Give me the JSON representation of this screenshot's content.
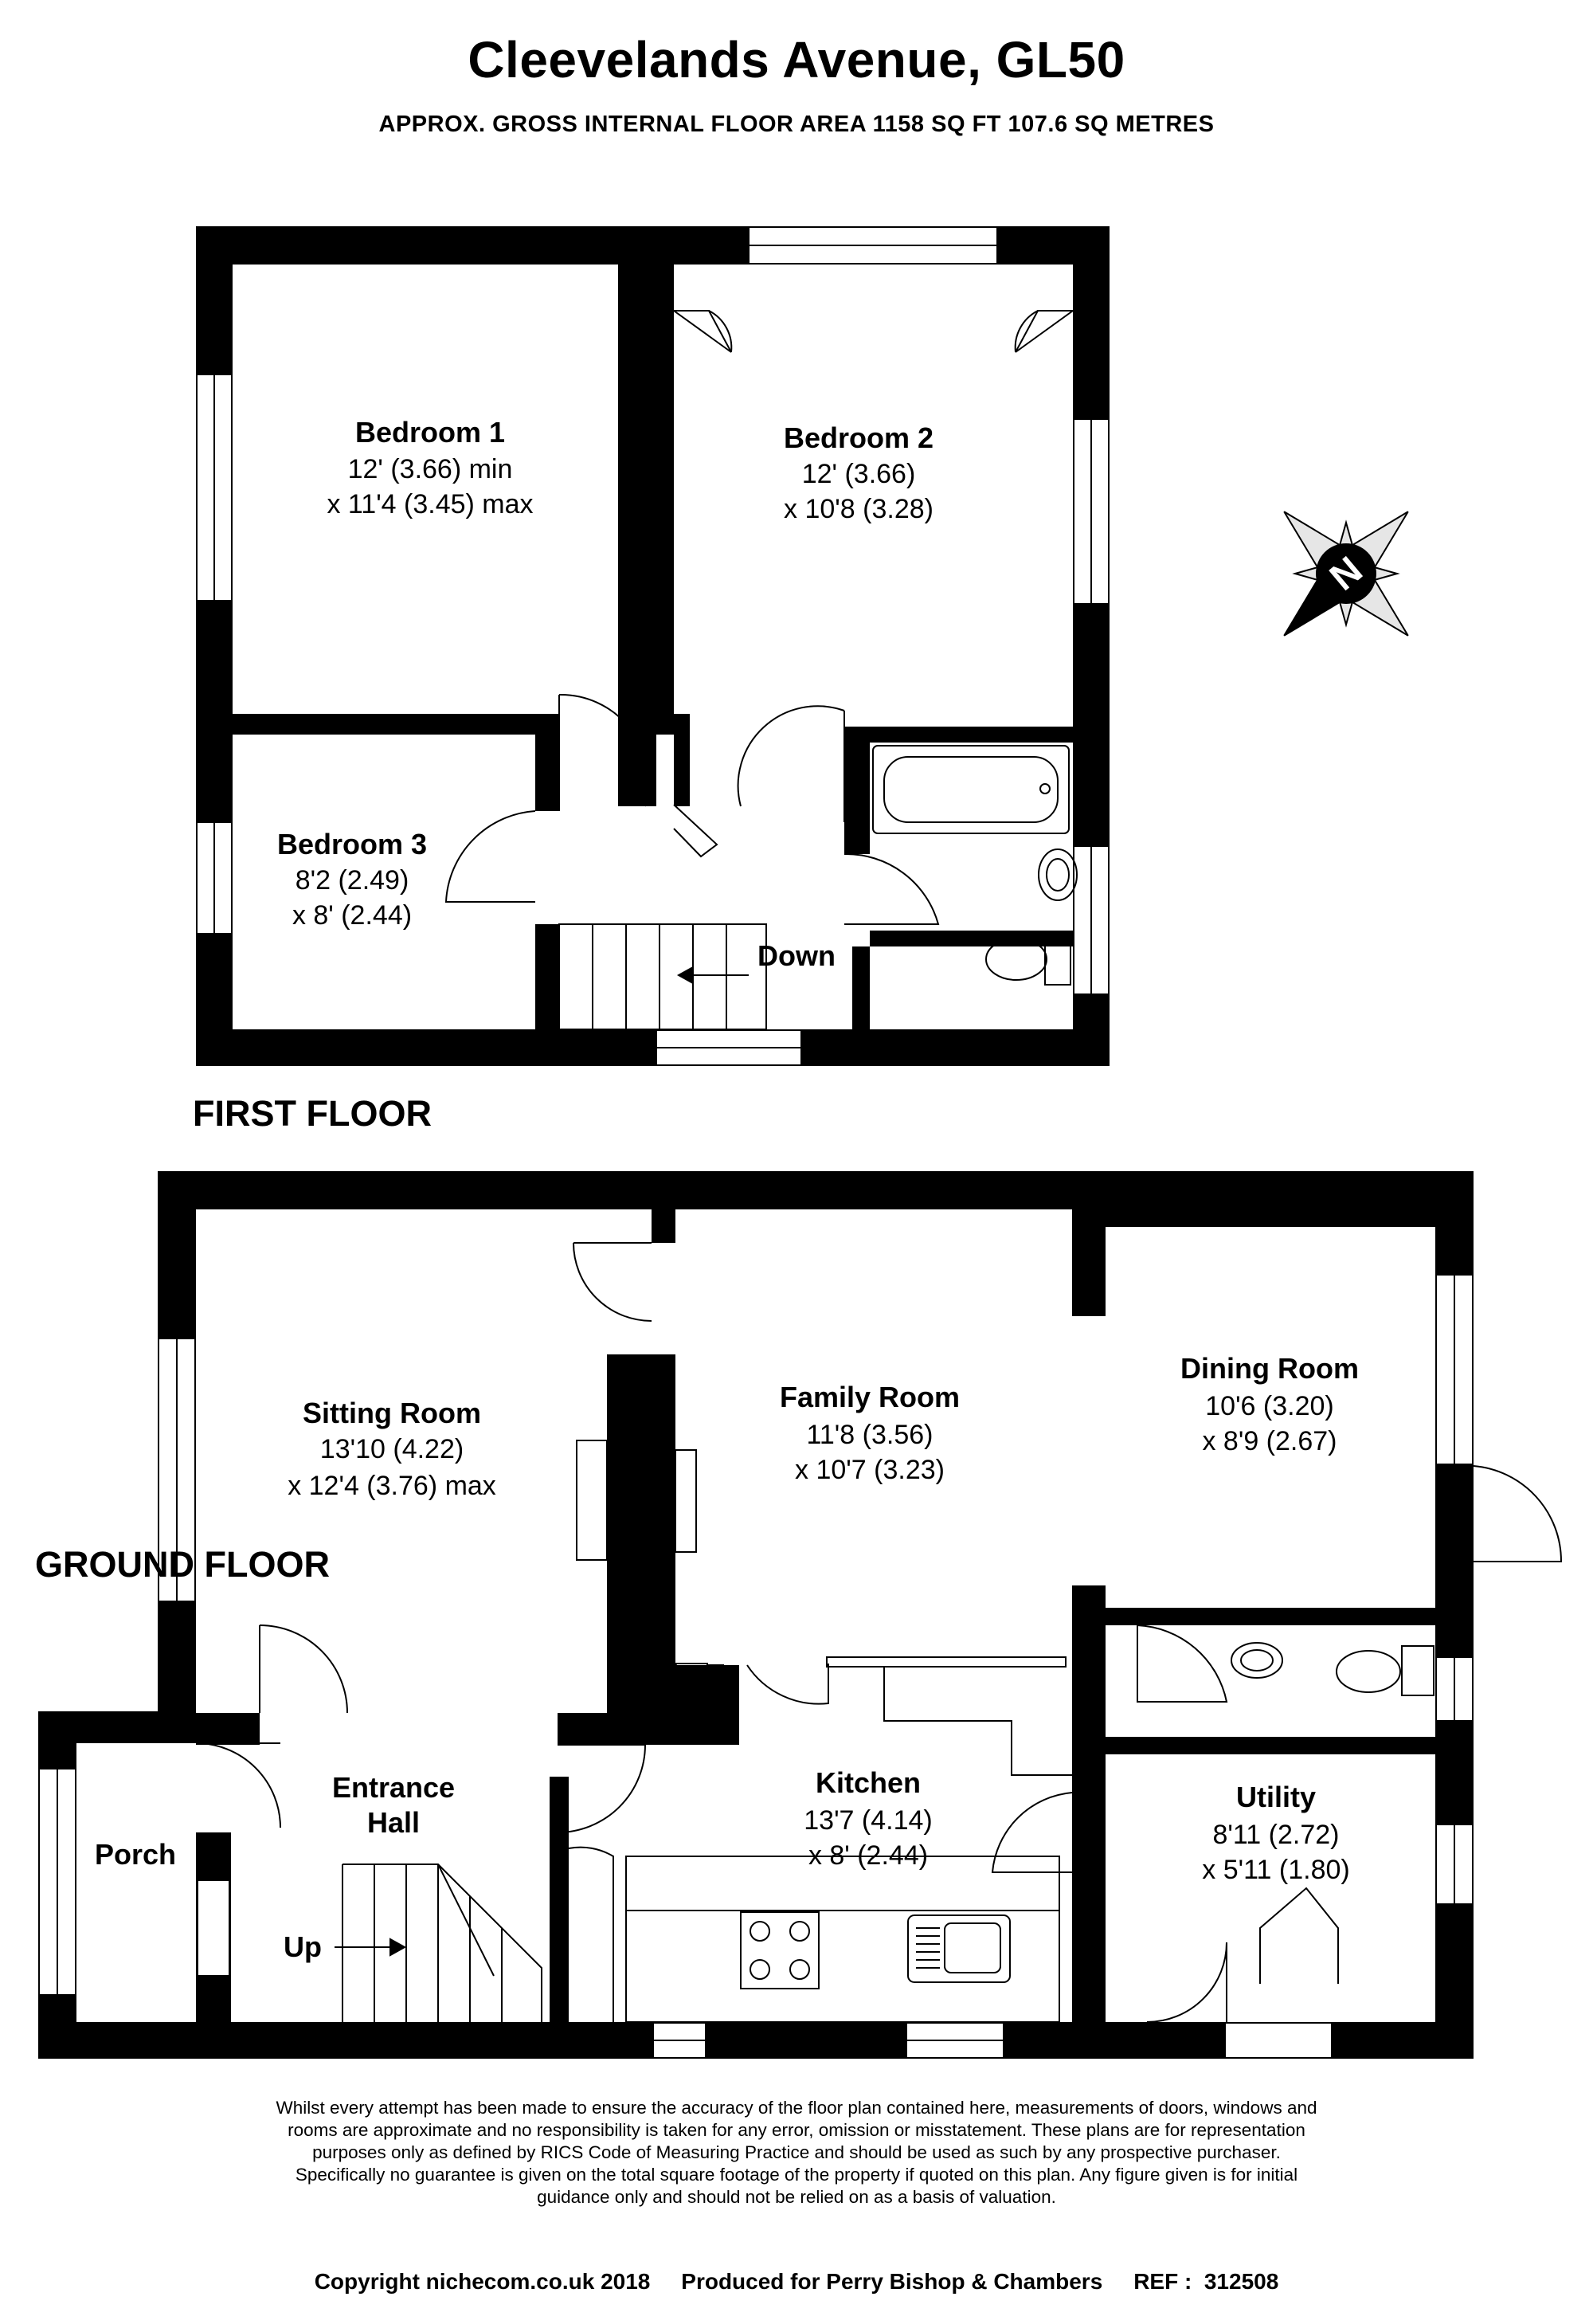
{
  "header": {
    "title": "Cleevelands Avenue, GL50",
    "subtitle": "APPROX. GROSS INTERNAL FLOOR AREA 1158 SQ FT 107.6 SQ METRES"
  },
  "floors": {
    "first": "FIRST FLOOR",
    "ground": "GROUND FLOOR"
  },
  "rooms": {
    "bedroom1": {
      "name": "Bedroom 1",
      "dim1": "12' (3.66) min",
      "dim2": "x 11'4 (3.45) max"
    },
    "bedroom2": {
      "name": "Bedroom 2",
      "dim1": "12' (3.66)",
      "dim2": "x 10'8 (3.28)"
    },
    "bedroom3": {
      "name": "Bedroom 3",
      "dim1": "8'2 (2.49)",
      "dim2": "x 8' (2.44)"
    },
    "sitting": {
      "name": "Sitting Room",
      "dim1": "13'10 (4.22)",
      "dim2": "x 12'4 (3.76) max"
    },
    "family": {
      "name": "Family Room",
      "dim1": "11'8 (3.56)",
      "dim2": "x 10'7 (3.23)"
    },
    "dining": {
      "name": "Dining Room",
      "dim1": "10'6 (3.20)",
      "dim2": "x 8'9 (2.67)"
    },
    "kitchen": {
      "name": "Kitchen",
      "dim1": "13'7 (4.14)",
      "dim2": "x 8' (2.44)"
    },
    "utility": {
      "name": "Utility",
      "dim1": "8'11 (2.72)",
      "dim2": "x 5'11 (1.80)"
    },
    "entrance": {
      "name1": "Entrance",
      "name2": "Hall"
    },
    "porch": {
      "name": "Porch"
    }
  },
  "stairs": {
    "down": "Down",
    "up": "Up"
  },
  "compass": {
    "letter": "N"
  },
  "disclaimer": [
    "Whilst every attempt has been made to ensure the accuracy of the floor plan contained here, measurements of doors, windows and",
    "rooms are approximate and no responsibility is taken for any error, omission or misstatement. These plans are for representation",
    "purposes only as defined by RICS Code of Measuring Practice and should be used as such by any prospective purchaser.",
    "Specifically no guarantee is given on the total square footage of the property if quoted on this plan. Any figure given is for initial",
    "guidance only and should not be relied on as a basis of valuation."
  ],
  "footer": {
    "copyright": "Copyright nichecom.co.uk 2018",
    "produced": "Produced for Perry Bishop & Chambers",
    "ref": "REF :  312508"
  },
  "colors": {
    "wall": "#000000",
    "background": "#ffffff",
    "compass_fill": "#e6e6e6"
  }
}
